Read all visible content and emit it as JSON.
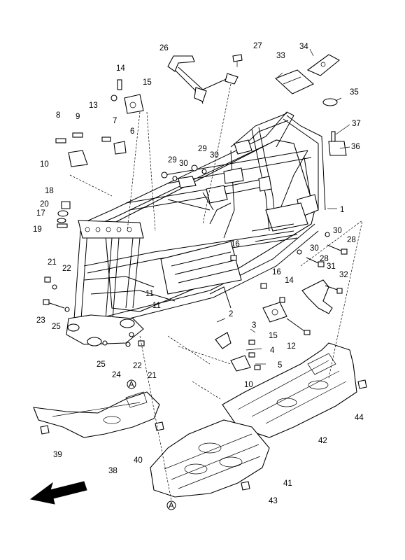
{
  "diagram": {
    "callouts": [
      "1",
      "2",
      "3",
      "4",
      "5",
      "6",
      "7",
      "8",
      "9",
      "10",
      "10",
      "11",
      "11",
      "12",
      "13",
      "14",
      "14",
      "15",
      "15",
      "16",
      "16",
      "17",
      "18",
      "19",
      "20",
      "21",
      "21",
      "22",
      "22",
      "23",
      "24",
      "25",
      "25",
      "26",
      "27",
      "28",
      "28",
      "29",
      "29",
      "30",
      "30",
      "30",
      "30",
      "31",
      "32",
      "33",
      "34",
      "35",
      "36",
      "37",
      "38",
      "39",
      "40",
      "41",
      "42",
      "43",
      "44"
    ],
    "reference_marks": [
      "A",
      "A"
    ]
  }
}
